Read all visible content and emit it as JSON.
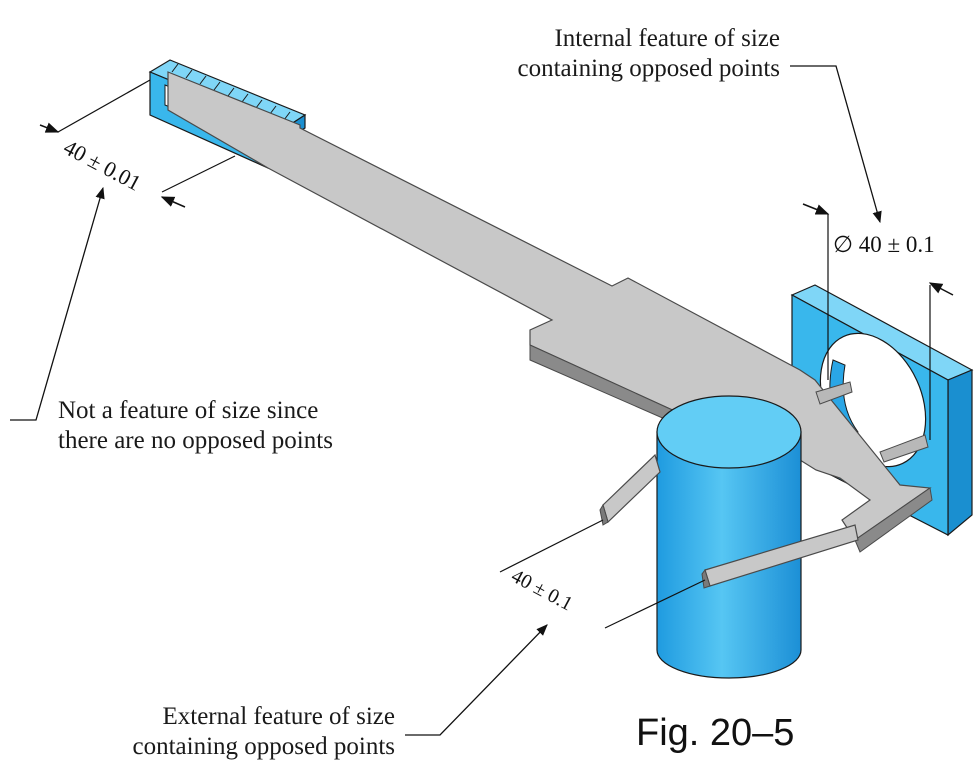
{
  "callouts": {
    "internal": {
      "line1": "Internal feature of size",
      "line2": "containing opposed points"
    },
    "not_feature": {
      "line1": "Not a feature of size since",
      "line2": "there are no opposed points"
    },
    "external": {
      "line1": "External feature of size",
      "line2": "containing opposed points"
    }
  },
  "dimensions": {
    "slot_width": "40 ± 0.01",
    "hole_diameter": "∅ 40 ± 0.1",
    "jaw_gap": "40 ± 0.1"
  },
  "caption": "Fig. 20–5",
  "colors": {
    "part_blue": "#39b7ec",
    "part_blue_dark": "#1a8fd0",
    "caliper_gray": "#c8c8c8",
    "caliper_edge": "#6e6e6e"
  }
}
